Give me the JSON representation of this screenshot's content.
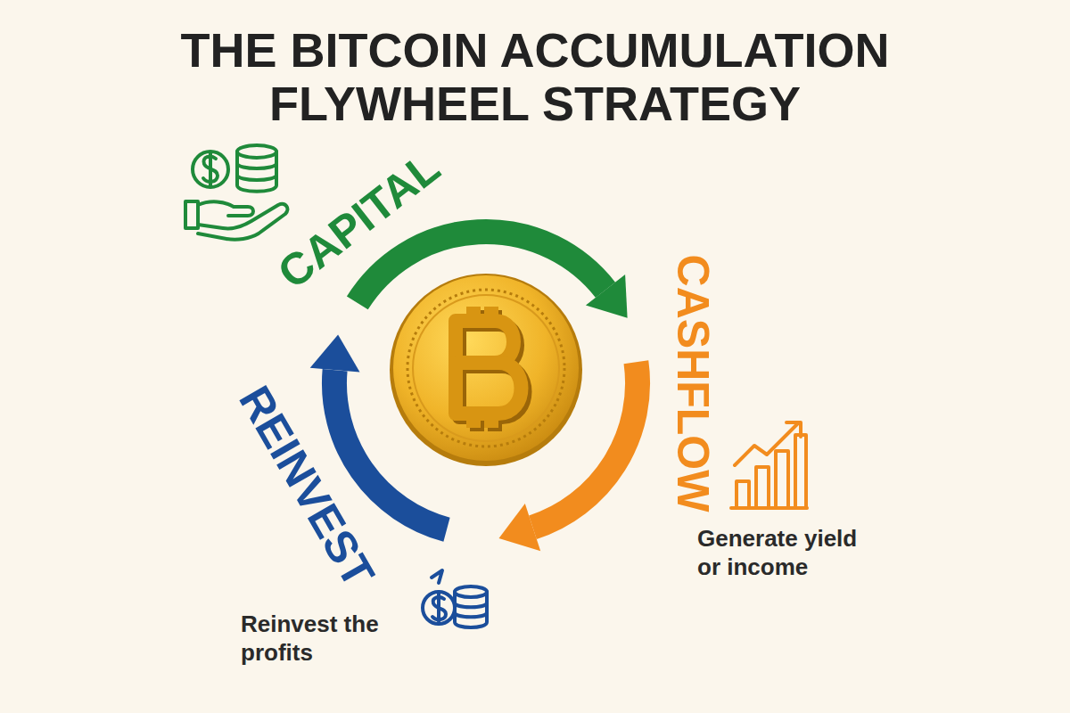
{
  "diagram": {
    "title": "THE BITCOIN ACCUMULATION FLYWHEEL STRATEGY",
    "labels": [
      "CAPITAL",
      "CASHFLOW",
      "Generate yield or income",
      "REINVEST",
      "Reinvest the profits"
    ]
  }
}
